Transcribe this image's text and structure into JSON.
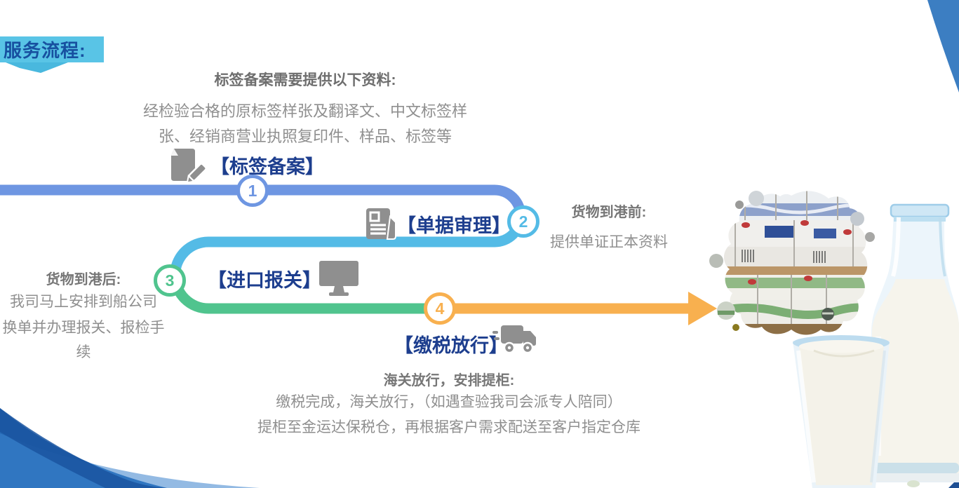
{
  "banner": {
    "title": "服务流程:"
  },
  "intro": {
    "heading": "标签备案需要提供以下资料:",
    "lines": [
      "经检验合格的原标签样张及翻译文、中文标签样",
      "张、经销商营业执照复印件、样品、标签等"
    ]
  },
  "steps": [
    {
      "number": "1",
      "label": "【标签备案】",
      "icon": "document-pen-icon",
      "color": "#6e96e2"
    },
    {
      "number": "2",
      "label": "【单据审理】",
      "icon": "newspaper-icon",
      "color": "#54bbe6"
    },
    {
      "number": "3",
      "label": "【进口报关】",
      "icon": "monitor-icon",
      "color": "#50c48e"
    },
    {
      "number": "4",
      "label": "【缴税放行】",
      "icon": "truck-icon",
      "color": "#f8b04f"
    }
  ],
  "notes": {
    "before_arrival": {
      "heading": "货物到港前:",
      "lines": [
        "提供单证正本资料"
      ]
    },
    "after_arrival": {
      "heading": "货物到港后:",
      "lines": [
        "我司马上安排到船公司",
        "换单并办理报关、报检手续"
      ]
    },
    "customs_release": {
      "heading": "海关放行，安排提柜:",
      "lines": [
        "缴税完成，海关放行，（如遇查验我司会派专人陪同）",
        "提柜至金运达保税仓，再根据客户需求配送至客户指定仓库"
      ]
    }
  },
  "flow": {
    "arrow_color": "#f8b04f",
    "segment_colors": [
      "#6e96e2",
      "#54bbe6",
      "#50c48e",
      "#f8b04f"
    ]
  },
  "images": {
    "cartons": "milk-cartons-photo",
    "bottle": "milk-bottle-photo",
    "glass": "milk-glass-photo"
  },
  "colors": {
    "title_text": "#1750a0",
    "banner_bg": "#59c4e6",
    "step_label_text": "#1d3e8e",
    "heading_text": "#767676",
    "body_text": "#8f8f8f",
    "icon_gray": "#8f8f8f",
    "corner_blue": "#3c7ec2",
    "swoosh_blue": "#2468b4"
  }
}
